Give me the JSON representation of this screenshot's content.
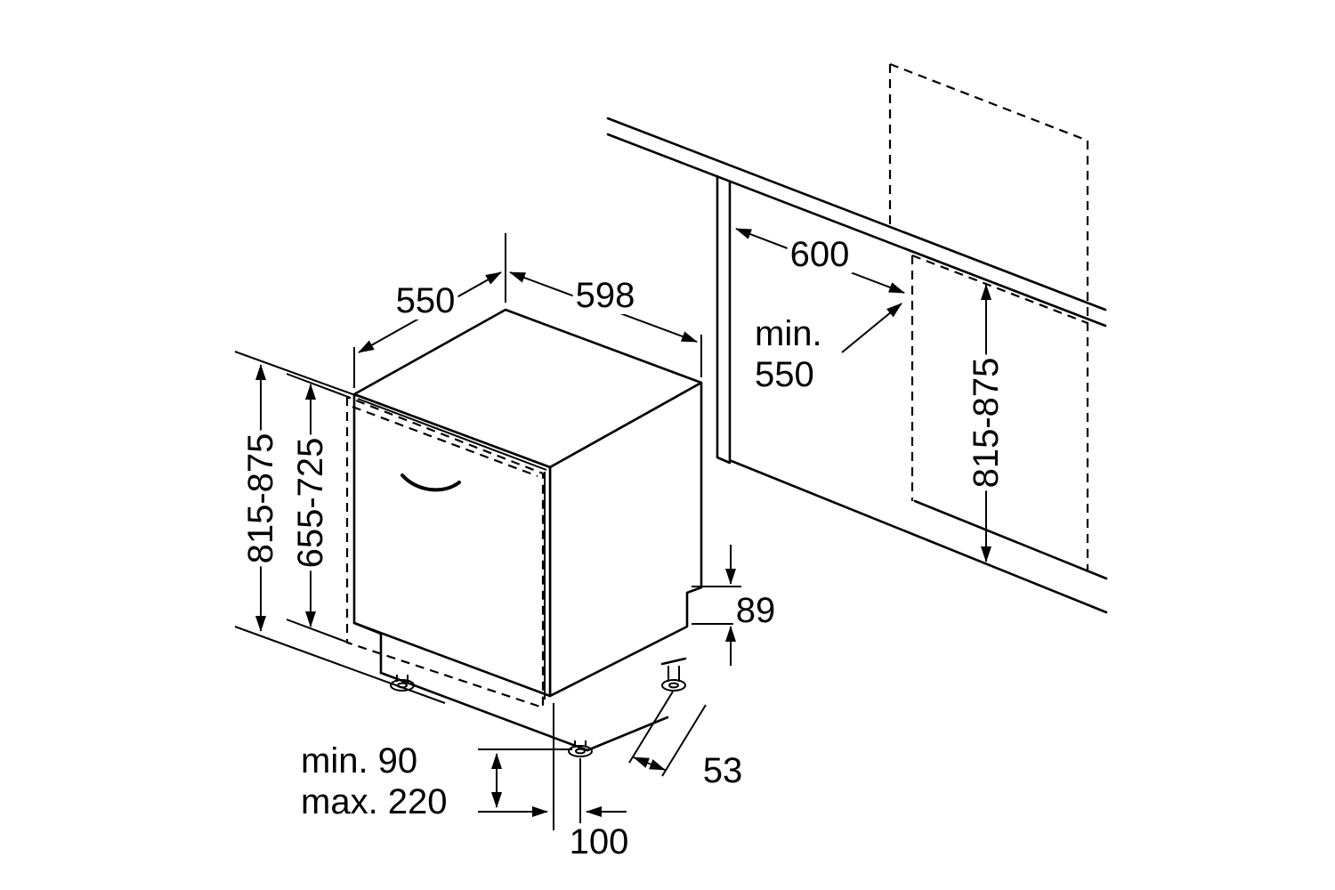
{
  "diagram": {
    "type": "dishwasher-built-in-installation-dimensions",
    "units_implied": "mm",
    "labels": {
      "appliance_depth": "550",
      "appliance_width": "598",
      "niche_width": "600",
      "niche_depth": {
        "line1": "min.",
        "line2": "550"
      },
      "appliance_height_left": "815-875",
      "door_panel_height": "655-725",
      "niche_height_right": "815-875",
      "rear_base_height": "89",
      "side_base_offset": "53",
      "foot_adjust": {
        "line1": "min. 90",
        "line2": "max. 220"
      },
      "plinth_recess_depth": "100"
    },
    "colors": {
      "line": "#000000",
      "background": "#ffffff"
    }
  }
}
